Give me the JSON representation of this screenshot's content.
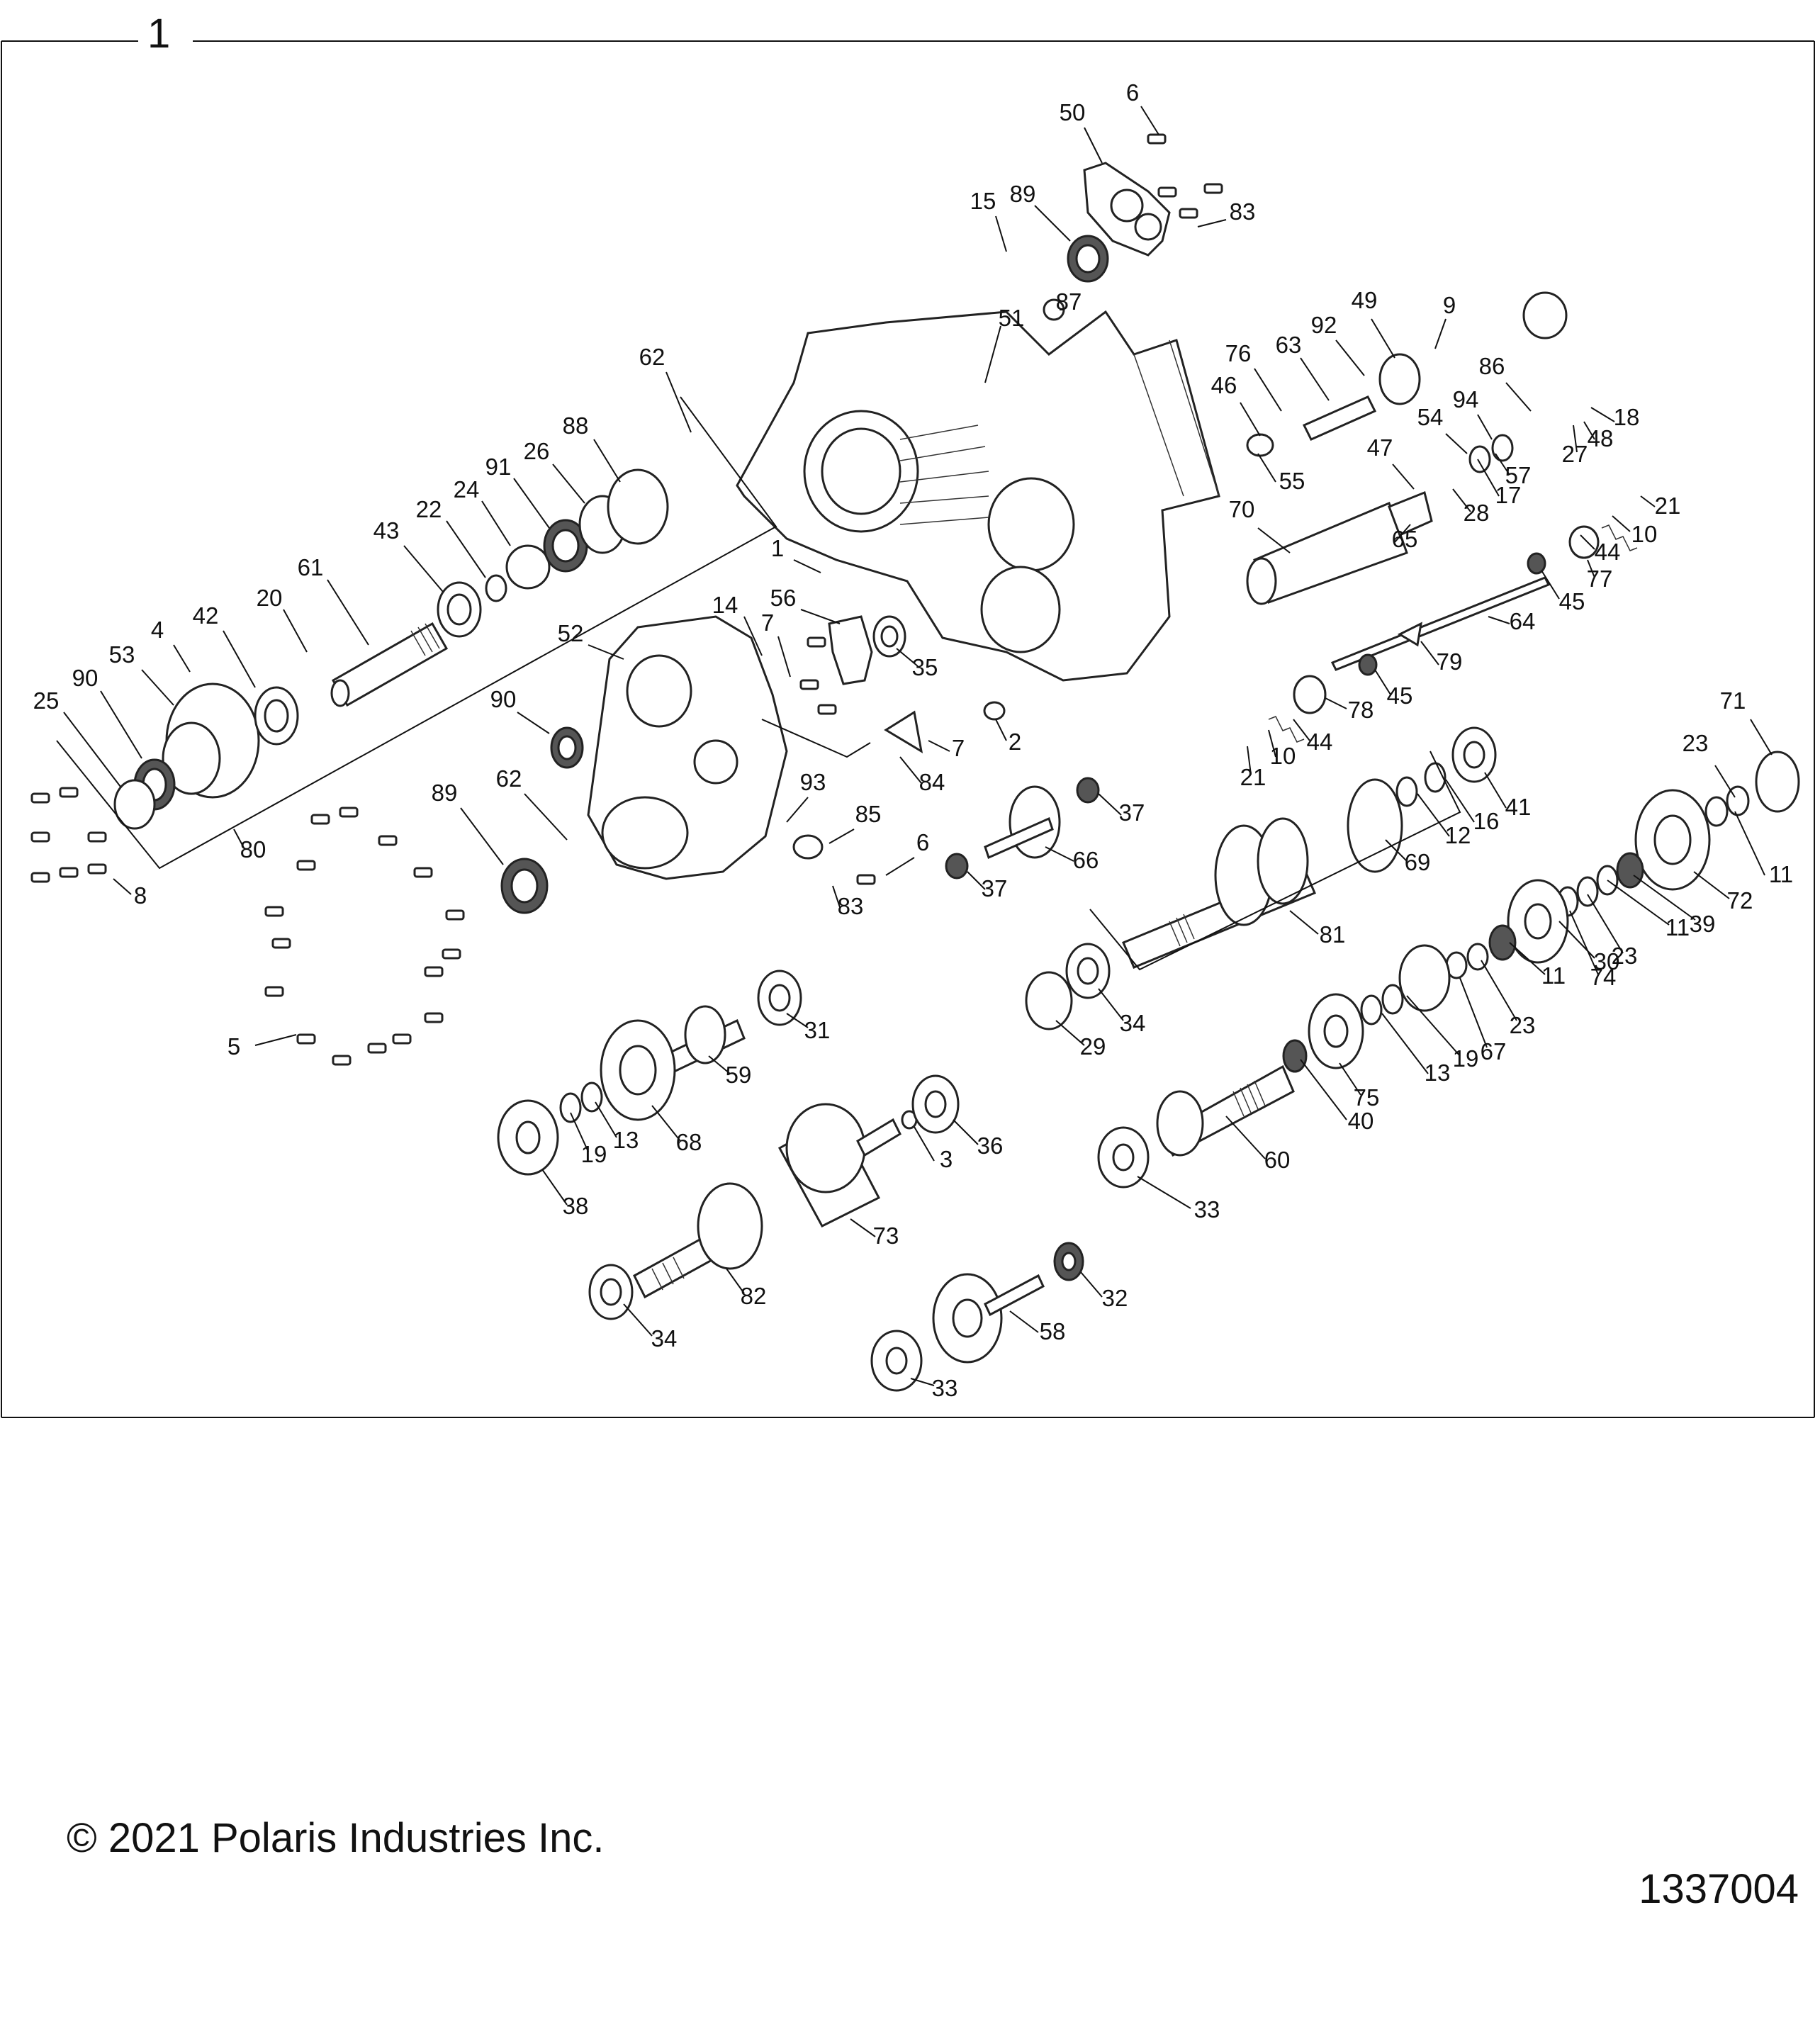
{
  "figure_number": "1",
  "copyright": "© 2021 Polaris Industries Inc.",
  "drawing_id": "1337004",
  "callouts": [
    {
      "id": "c1",
      "label": "1"
    },
    {
      "id": "c2",
      "label": "2"
    },
    {
      "id": "c3",
      "label": "3"
    },
    {
      "id": "c4",
      "label": "4"
    },
    {
      "id": "c5",
      "label": "5"
    },
    {
      "id": "c6a",
      "label": "6"
    },
    {
      "id": "c6b",
      "label": "6"
    },
    {
      "id": "c7a",
      "label": "7"
    },
    {
      "id": "c7b",
      "label": "7"
    },
    {
      "id": "c8",
      "label": "8"
    },
    {
      "id": "c9",
      "label": "9"
    },
    {
      "id": "c10a",
      "label": "10"
    },
    {
      "id": "c10b",
      "label": "10"
    },
    {
      "id": "c11a",
      "label": "11"
    },
    {
      "id": "c11b",
      "label": "11"
    },
    {
      "id": "c11c",
      "label": "11"
    },
    {
      "id": "c12",
      "label": "12"
    },
    {
      "id": "c13a",
      "label": "13"
    },
    {
      "id": "c13b",
      "label": "13"
    },
    {
      "id": "c14",
      "label": "14"
    },
    {
      "id": "c15",
      "label": "15"
    },
    {
      "id": "c16",
      "label": "16"
    },
    {
      "id": "c17",
      "label": "17"
    },
    {
      "id": "c18",
      "label": "18"
    },
    {
      "id": "c19a",
      "label": "19"
    },
    {
      "id": "c19b",
      "label": "19"
    },
    {
      "id": "c20",
      "label": "20"
    },
    {
      "id": "c21a",
      "label": "21"
    },
    {
      "id": "c21b",
      "label": "21"
    },
    {
      "id": "c22",
      "label": "22"
    },
    {
      "id": "c23a",
      "label": "23"
    },
    {
      "id": "c23b",
      "label": "23"
    },
    {
      "id": "c23c",
      "label": "23"
    },
    {
      "id": "c24",
      "label": "24"
    },
    {
      "id": "c25",
      "label": "25"
    },
    {
      "id": "c26",
      "label": "26"
    },
    {
      "id": "c27",
      "label": "27"
    },
    {
      "id": "c28",
      "label": "28"
    },
    {
      "id": "c29",
      "label": "29"
    },
    {
      "id": "c30",
      "label": "30"
    },
    {
      "id": "c31",
      "label": "31"
    },
    {
      "id": "c32",
      "label": "32"
    },
    {
      "id": "c33a",
      "label": "33"
    },
    {
      "id": "c33b",
      "label": "33"
    },
    {
      "id": "c34a",
      "label": "34"
    },
    {
      "id": "c34b",
      "label": "34"
    },
    {
      "id": "c35",
      "label": "35"
    },
    {
      "id": "c36",
      "label": "36"
    },
    {
      "id": "c37a",
      "label": "37"
    },
    {
      "id": "c37b",
      "label": "37"
    },
    {
      "id": "c38",
      "label": "38"
    },
    {
      "id": "c39",
      "label": "39"
    },
    {
      "id": "c40",
      "label": "40"
    },
    {
      "id": "c41",
      "label": "41"
    },
    {
      "id": "c42",
      "label": "42"
    },
    {
      "id": "c43",
      "label": "43"
    },
    {
      "id": "c44a",
      "label": "44"
    },
    {
      "id": "c44b",
      "label": "44"
    },
    {
      "id": "c45a",
      "label": "45"
    },
    {
      "id": "c45b",
      "label": "45"
    },
    {
      "id": "c46",
      "label": "46"
    },
    {
      "id": "c47",
      "label": "47"
    },
    {
      "id": "c48",
      "label": "48"
    },
    {
      "id": "c49",
      "label": "49"
    },
    {
      "id": "c50",
      "label": "50"
    },
    {
      "id": "c51",
      "label": "51"
    },
    {
      "id": "c52",
      "label": "52"
    },
    {
      "id": "c53",
      "label": "53"
    },
    {
      "id": "c54",
      "label": "54"
    },
    {
      "id": "c55",
      "label": "55"
    },
    {
      "id": "c56",
      "label": "56"
    },
    {
      "id": "c57",
      "label": "57"
    },
    {
      "id": "c58",
      "label": "58"
    },
    {
      "id": "c59",
      "label": "59"
    },
    {
      "id": "c60",
      "label": "60"
    },
    {
      "id": "c61",
      "label": "61"
    },
    {
      "id": "c62a",
      "label": "62"
    },
    {
      "id": "c62b",
      "label": "62"
    },
    {
      "id": "c63",
      "label": "63"
    },
    {
      "id": "c64",
      "label": "64"
    },
    {
      "id": "c65",
      "label": "65"
    },
    {
      "id": "c66",
      "label": "66"
    },
    {
      "id": "c67",
      "label": "67"
    },
    {
      "id": "c68",
      "label": "68"
    },
    {
      "id": "c69",
      "label": "69"
    },
    {
      "id": "c70",
      "label": "70"
    },
    {
      "id": "c71",
      "label": "71"
    },
    {
      "id": "c72",
      "label": "72"
    },
    {
      "id": "c73",
      "label": "73"
    },
    {
      "id": "c74",
      "label": "74"
    },
    {
      "id": "c75",
      "label": "75"
    },
    {
      "id": "c76",
      "label": "76"
    },
    {
      "id": "c77",
      "label": "77"
    },
    {
      "id": "c78",
      "label": "78"
    },
    {
      "id": "c79",
      "label": "79"
    },
    {
      "id": "c80",
      "label": "80"
    },
    {
      "id": "c81",
      "label": "81"
    },
    {
      "id": "c82",
      "label": "82"
    },
    {
      "id": "c83a",
      "label": "83"
    },
    {
      "id": "c83b",
      "label": "83"
    },
    {
      "id": "c84",
      "label": "84"
    },
    {
      "id": "c85",
      "label": "85"
    },
    {
      "id": "c86",
      "label": "86"
    },
    {
      "id": "c87",
      "label": "87"
    },
    {
      "id": "c88",
      "label": "88"
    },
    {
      "id": "c89a",
      "label": "89"
    },
    {
      "id": "c89b",
      "label": "89"
    },
    {
      "id": "c90a",
      "label": "90"
    },
    {
      "id": "c90b",
      "label": "90"
    },
    {
      "id": "c91",
      "label": "91"
    },
    {
      "id": "c92",
      "label": "92"
    },
    {
      "id": "c93",
      "label": "93"
    },
    {
      "id": "c94",
      "label": "94"
    }
  ]
}
